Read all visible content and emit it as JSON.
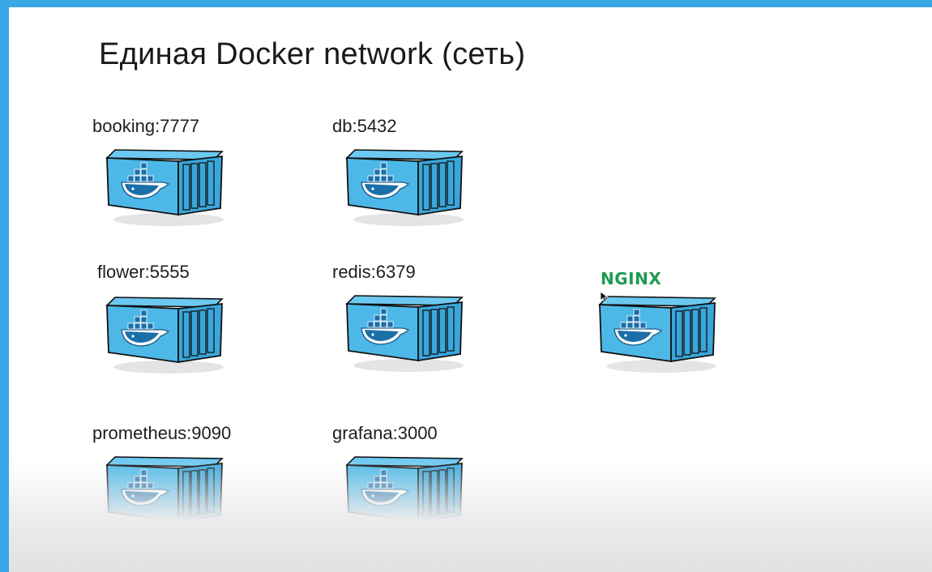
{
  "slide": {
    "title": "Единая Docker network (сеть)"
  },
  "services": [
    {
      "id": "booking",
      "label": "booking:7777",
      "icon": "docker-container-icon"
    },
    {
      "id": "db",
      "label": "db:5432",
      "icon": "docker-container-icon"
    },
    {
      "id": "flower",
      "label": "flower:5555",
      "icon": "docker-container-icon"
    },
    {
      "id": "redis",
      "label": "redis:6379",
      "icon": "docker-container-icon"
    },
    {
      "id": "prometheus",
      "label": "prometheus:9090",
      "icon": "docker-container-icon"
    },
    {
      "id": "grafana",
      "label": "grafana:3000",
      "icon": "docker-container-icon"
    }
  ],
  "nginx": {
    "logo_text": "NGINX",
    "icon": "docker-container-icon",
    "logo_color": "#1e9a52"
  },
  "colors": {
    "frame": "#38a7e6",
    "container_front": "#4db8e8",
    "container_side": "#2f96cc"
  }
}
